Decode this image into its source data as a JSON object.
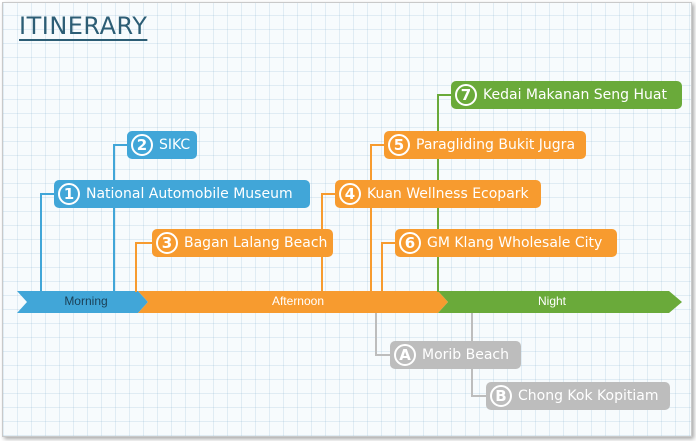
{
  "title": "ITINERARY",
  "colors": {
    "morning": "#41a6d8",
    "afternoon": "#f79b2f",
    "night": "#6aaa3a",
    "optional": "#bdbdbd"
  },
  "timeline": [
    {
      "label": "Morning"
    },
    {
      "label": "Afternoon"
    },
    {
      "label": "Night"
    }
  ],
  "stops": [
    {
      "marker": "1",
      "name": "National Automobile Museum",
      "period": "Morning"
    },
    {
      "marker": "2",
      "name": "SIKC",
      "period": "Morning"
    },
    {
      "marker": "3",
      "name": "Bagan Lalang Beach",
      "period": "Afternoon"
    },
    {
      "marker": "4",
      "name": "Kuan Wellness Ecopark",
      "period": "Afternoon"
    },
    {
      "marker": "5",
      "name": "Paragliding Bukit Jugra",
      "period": "Afternoon"
    },
    {
      "marker": "6",
      "name": "GM Klang Wholesale City",
      "period": "Afternoon"
    },
    {
      "marker": "7",
      "name": "Kedai Makanan Seng Huat",
      "period": "Night"
    }
  ],
  "alternatives": [
    {
      "marker": "A",
      "name": "Morib Beach"
    },
    {
      "marker": "B",
      "name": "Chong Kok Kopitiam"
    }
  ]
}
